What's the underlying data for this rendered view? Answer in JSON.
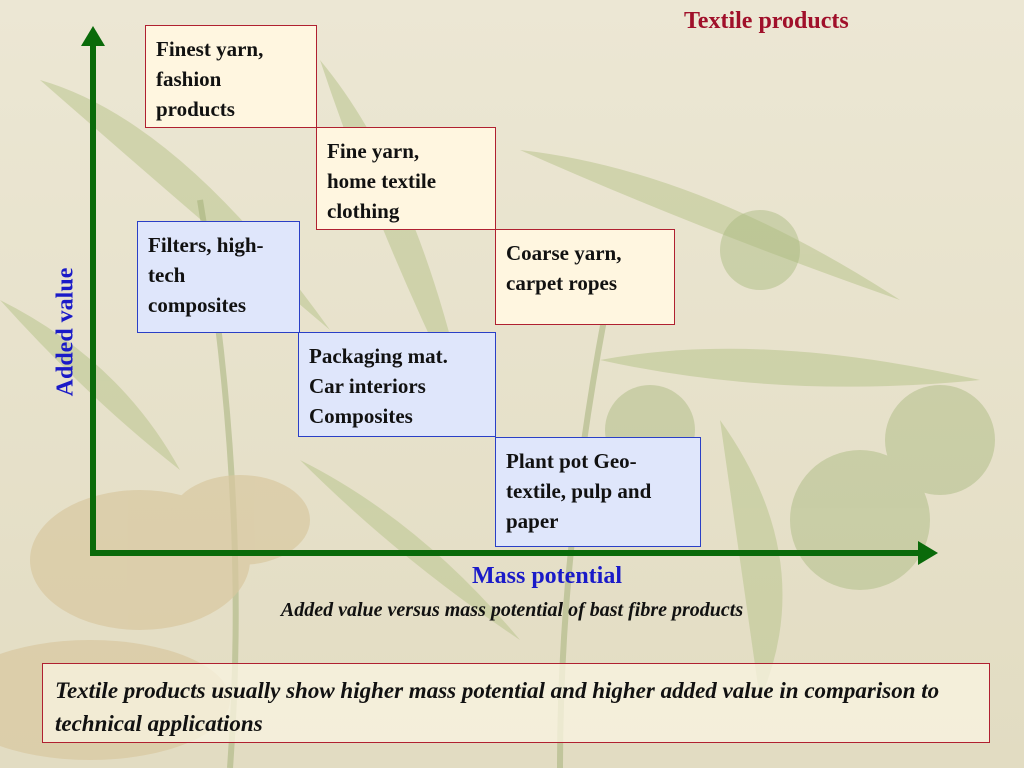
{
  "title": "Textile products",
  "axes": {
    "x_label": "Mass potential",
    "y_label": "Added value",
    "axis_color": "#0a6a0a"
  },
  "boxes": [
    {
      "id": "finest-yarn",
      "group": "textile",
      "text": "Finest yarn,\nfashion\nproducts"
    },
    {
      "id": "fine-yarn",
      "group": "textile",
      "text": "Fine yarn,\nhome textile\nclothing"
    },
    {
      "id": "coarse-yarn",
      "group": "textile",
      "text": "Coarse yarn,\ncarpet ropes"
    },
    {
      "id": "filters",
      "group": "technical",
      "text": "Filters, high-\ntech\ncomposites"
    },
    {
      "id": "packaging",
      "group": "technical",
      "text": "Packaging mat.\nCar interiors\nComposites"
    },
    {
      "id": "plant-pot",
      "group": "technical",
      "text": "Plant pot Geo-\ntextile, pulp and\npaper"
    }
  ],
  "caption": "Added value versus mass potential of bast fibre products",
  "note": "Textile products usually show higher mass potential and higher added value in comparison to technical applications",
  "colors": {
    "textile_border": "#b02030",
    "technical_border": "#2a3fc6",
    "title_color": "#a0102a",
    "axis_label_color": "#1a1ac8"
  }
}
